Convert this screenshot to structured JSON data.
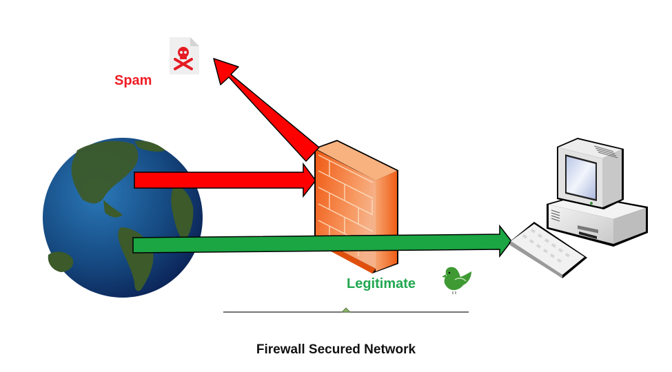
{
  "diagram": {
    "title": "Firewall Secured Network",
    "labels": {
      "spam": "Spam",
      "legitimate": "Legitimate"
    },
    "nodes": [
      {
        "id": "internet",
        "icon": "globe-icon",
        "label": "Internet"
      },
      {
        "id": "firewall",
        "icon": "firewall-brick-wall-icon",
        "label": "Firewall"
      },
      {
        "id": "computer",
        "icon": "desktop-computer-icon",
        "label": "Computer"
      },
      {
        "id": "spam-file",
        "icon": "skull-crossbones-file-icon",
        "label": "Spam"
      },
      {
        "id": "bird",
        "icon": "green-bird-icon",
        "label": "Legitimate"
      }
    ],
    "edges": [
      {
        "from": "internet",
        "to": "firewall",
        "kind": "spam",
        "color": "#ff0000"
      },
      {
        "from": "firewall",
        "to": "spam-file",
        "kind": "spam-rejected",
        "color": "#ff0000"
      },
      {
        "from": "internet",
        "to": "computer",
        "kind": "legitimate",
        "color": "#1ba543"
      }
    ],
    "colors": {
      "spam": "#ef1c24",
      "legitimate": "#21a750",
      "caption": "#111111",
      "firewall": "#f26b22"
    }
  }
}
